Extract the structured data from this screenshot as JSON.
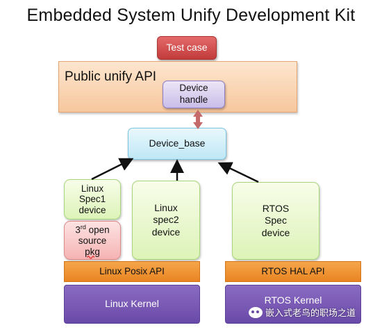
{
  "title": "Embedded System Unify Development Kit",
  "blocks": {
    "test_case": "Test case",
    "public_api": "Public unify API",
    "device_handle": "Device\nhandle",
    "device_base": "Device_base",
    "linux_spec1": "Linux\nSpec1\ndevice",
    "third_open_source": {
      "sup_base": "3",
      "sup": "rd",
      "rest_line1": " open",
      "line2": "source",
      "line3": "pkg"
    },
    "linux_spec2": "Linux\nspec2\ndevice",
    "rtos_spec": "RTOS\nSpec\ndevice",
    "linux_posix_api": "Linux Posix API",
    "rtos_hal_api": "RTOS HAL API",
    "linux_kernel": "Linux Kernel",
    "rtos_kernel": "RTOS Kernel"
  },
  "watermark": "嵌入式老鸟的职场之道",
  "colors": {
    "test_case": "#c23b3b",
    "public_api": "#f7c79d",
    "device_handle": "#c9bde8",
    "device_base": "#bfe7f6",
    "device_green": "#dcf3b8",
    "open_source_pink": "#f5b3b3",
    "api_orange": "#e98422",
    "kernel_purple": "#6a4aa8",
    "handle_arrow": "#c46a6a"
  }
}
